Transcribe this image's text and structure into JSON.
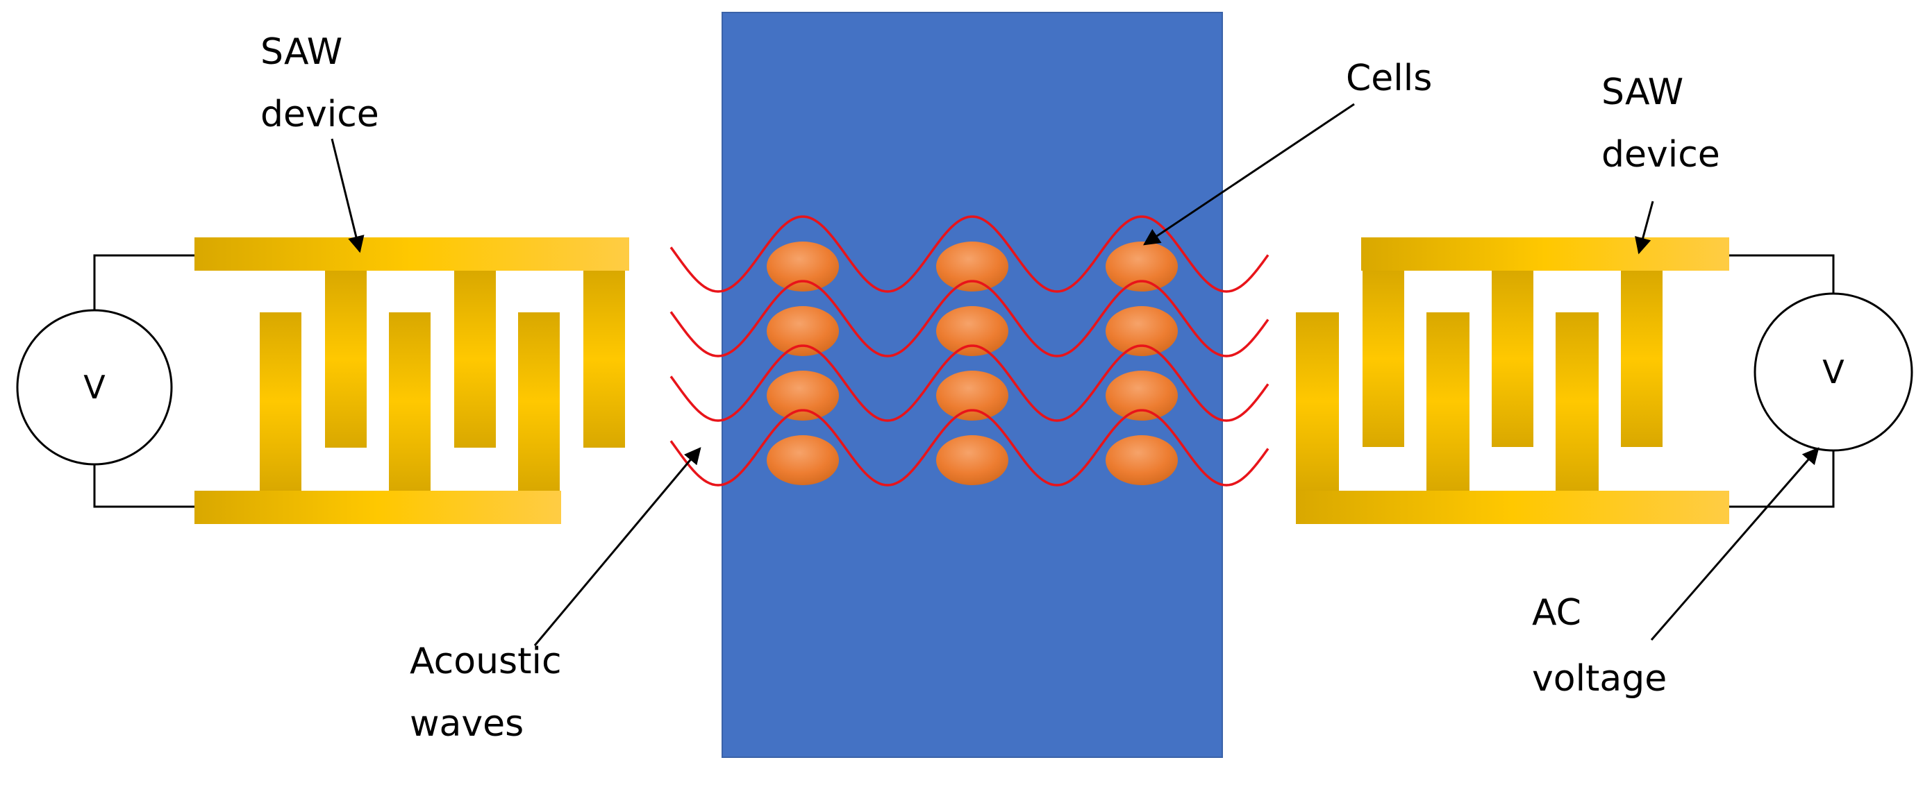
{
  "labels": {
    "saw_device_left_line1": "SAW",
    "saw_device_left_line2": "device",
    "saw_device_right_line1": "SAW",
    "saw_device_right_line2": "device",
    "cells": "Cells",
    "acoustic_line1": "Acoustic",
    "acoustic_line2": "waves",
    "ac_line1": "AC",
    "ac_line2": "voltage",
    "voltmeter_left": "V",
    "voltmeter_right": "V"
  },
  "colors": {
    "channel": "#4472C4",
    "electrode": "#FFC000",
    "electrode_dark": "#D9A800",
    "cell": "#ED7D31",
    "wave": "#E8141A",
    "wire": "#000000"
  },
  "cell_grid": {
    "rows": 4,
    "columns": 3
  },
  "wave_count": 4
}
